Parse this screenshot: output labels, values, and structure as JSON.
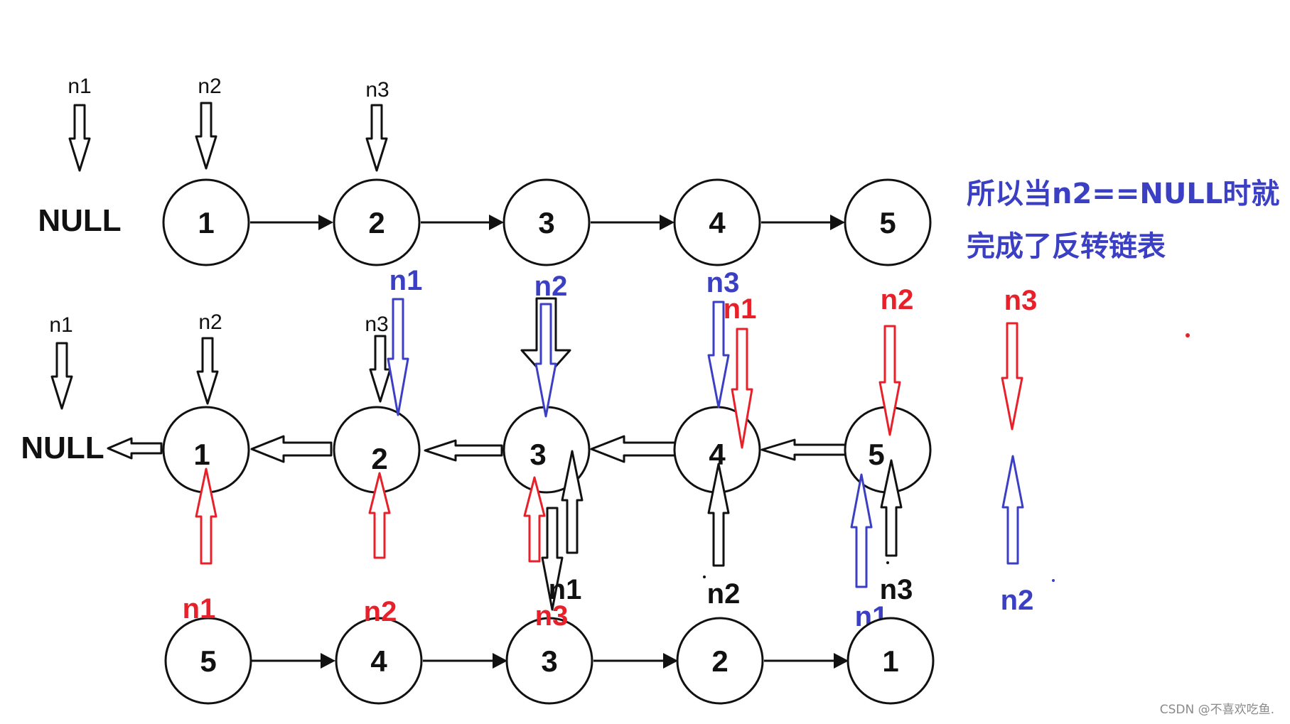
{
  "colors": {
    "black": "#111111",
    "red": "#e8202a",
    "blue": "#3b3fc4",
    "bg": "#ffffff"
  },
  "row1": {
    "null_label": "NULL",
    "nodes": [
      "1",
      "2",
      "3",
      "4",
      "5"
    ],
    "pointers": [
      "n1",
      "n2",
      "n3"
    ]
  },
  "row2": {
    "null_label": "NULL",
    "nodes": [
      "1",
      "2",
      "3",
      "4",
      "5"
    ],
    "black_top_pointers": [
      "n1",
      "n2",
      "n3"
    ],
    "blue_top_pointers": [
      "n1",
      "n2",
      "n3"
    ],
    "red_top_pointers": [
      "n1",
      "n2",
      "n3"
    ],
    "black_bottom_pointers": [
      "n1",
      "n2",
      "n3"
    ],
    "blue_bottom_pointers": [
      "n1",
      "n2"
    ]
  },
  "row3": {
    "nodes": [
      "5",
      "4",
      "3",
      "2",
      "1"
    ],
    "red_labels": [
      "n1",
      "n2",
      "n3"
    ]
  },
  "caption": {
    "line1": "所以当n2==NULL时就",
    "line2": "完成了反转链表"
  },
  "watermark": "CSDN @不喜欢吃鱼."
}
